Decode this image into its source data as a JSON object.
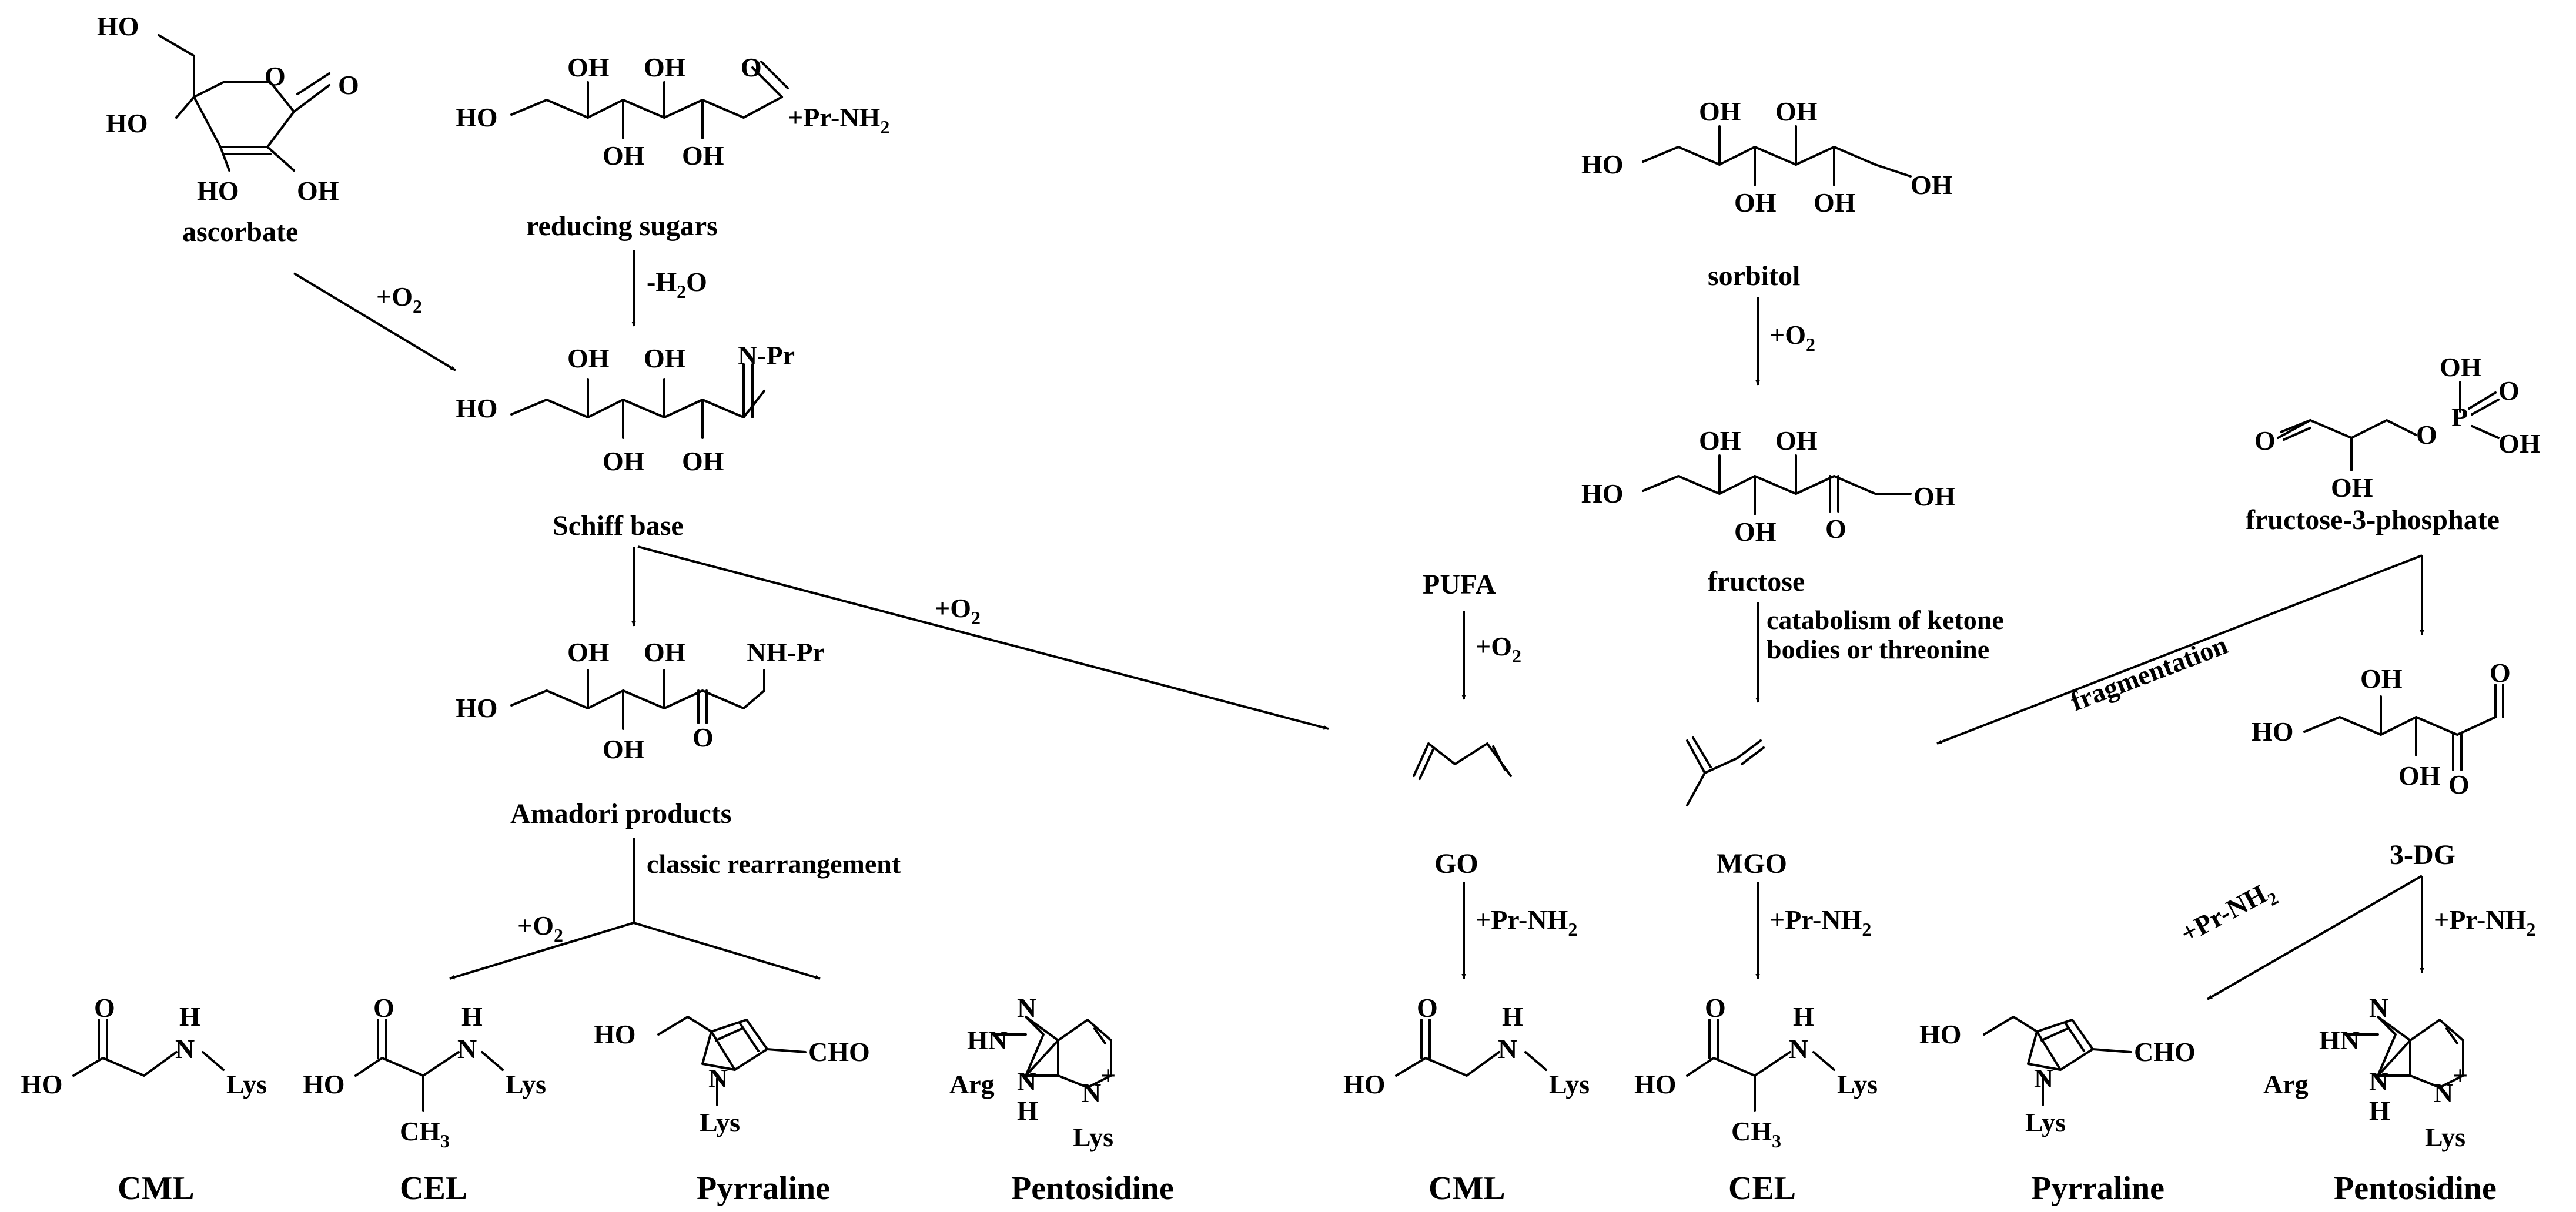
{
  "compounds": {
    "ascorbate": "ascorbate",
    "reducing_sugars": "reducing sugars",
    "schiff_base": "Schiff base",
    "amadori": "Amadori products",
    "sorbitol": "sorbitol",
    "fructose": "fructose",
    "fructose3p": "fructose-3-phosphate",
    "dg3": "3-DG",
    "pufa": "PUFA",
    "go": "GO",
    "mgo": "MGO"
  },
  "reagents": {
    "o2": "+O",
    "o2_sub": "2",
    "minus_h2o_a": "-H",
    "minus_h2o_sub": "2",
    "minus_h2o_b": "O",
    "prnh2_a": "+Pr-NH",
    "prnh2_sub": "2",
    "npr": "N-Pr",
    "nhpr": "NH-Pr",
    "classic": "classic rearrangement",
    "catabolism_1": "catabolism of ketone",
    "catabolism_2": "bodies or threonine",
    "fragmentation": "fragmentation"
  },
  "atoms": {
    "ho": "HO",
    "oh": "OH",
    "o": "O",
    "h": "H",
    "n": "N",
    "hn": "HN",
    "p": "P",
    "lys": "Lys",
    "arg": "Arg",
    "ch3_a": "CH",
    "ch3_sub": "3",
    "cho": "CHO",
    "plus": "+"
  },
  "products": {
    "cml": "CML",
    "cel": "CEL",
    "pyrraline": "Pyrraline",
    "pentosidine": "Pentosidine"
  }
}
